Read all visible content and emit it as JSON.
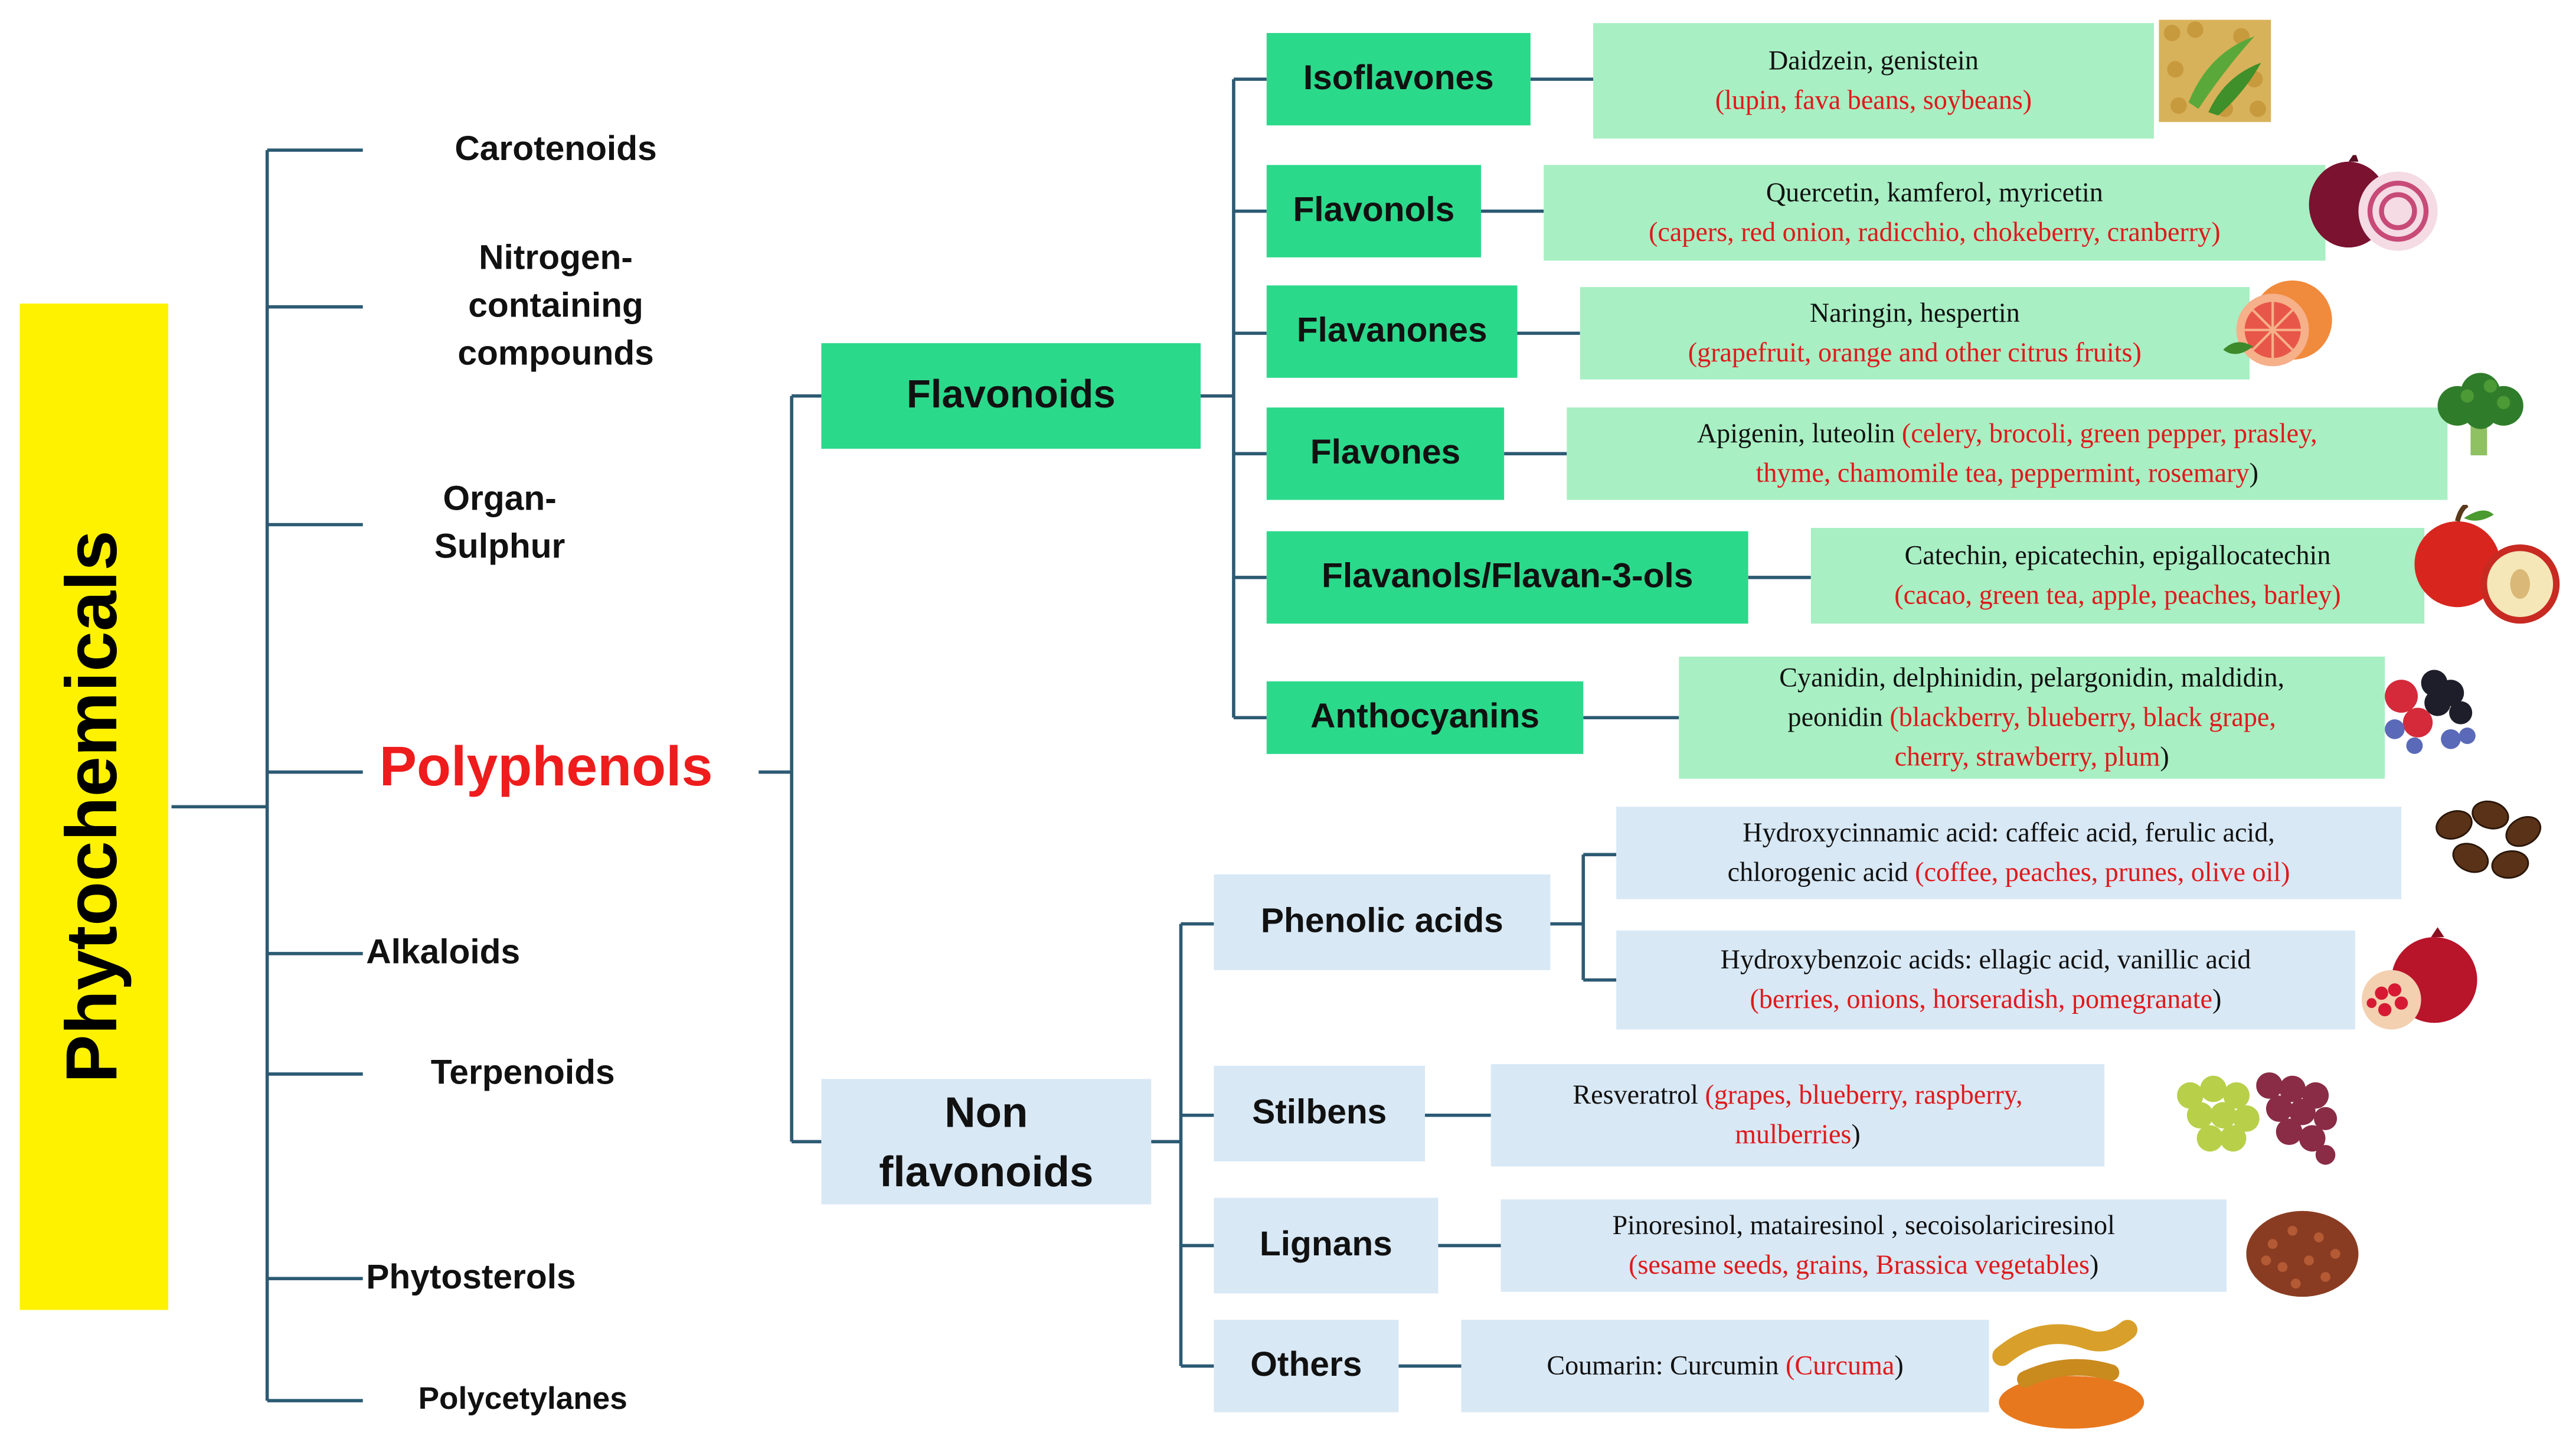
{
  "root_label": "Phytochemicals",
  "classes": [
    {
      "label": "Carotenoids"
    },
    {
      "label": "Nitrogen-\ncontaining\ncompounds"
    },
    {
      "label": "Organ-\nSulphur"
    },
    {
      "label": "Alkaloids"
    },
    {
      "label": "Terpenoids"
    },
    {
      "label": "Phytosterols"
    },
    {
      "label": "Polycetylanes"
    }
  ],
  "polyphenols_label": "Polyphenols",
  "flavonoids": {
    "label": "Flavonoids",
    "subclasses": [
      {
        "label": "Isoflavones",
        "compounds": "Daidzein, genistein",
        "sources": "(lupin, fava beans, soybeans)",
        "image": "soybean-pods-image"
      },
      {
        "label": "Flavonols",
        "compounds": "Quercetin, kamferol, myricetin",
        "sources": "(capers, red onion, radicchio, chokeberry, cranberry)",
        "image": "red-onion-image"
      },
      {
        "label": "Flavanones",
        "compounds": "Naringin, hespertin",
        "sources": "(grapefruit, orange and other citrus fruits)",
        "image": "grapefruit-image"
      },
      {
        "label": "Flavones",
        "compounds": "Apigenin, luteolin",
        "sources_line1": "(celery, brocoli, green pepper, prasley,",
        "sources_line2": "thyme, chamomile tea, peppermint, rosemary",
        "close_paren": ")",
        "image": "broccoli-image"
      },
      {
        "label": "Flavanols/Flavan-3-ols",
        "compounds": "Catechin, epicatechin, epigallocatechin",
        "sources": "(cacao, green tea, apple, peaches, barley)",
        "image": "apple-image"
      },
      {
        "label": "Anthocyanins",
        "compounds_line1": "Cyanidin, delphinidin, pelargonidin, maldidin,",
        "compounds_line2": "peonidin",
        "sources_line2": "(blackberry, blueberry, black grape,",
        "sources_line3": "cherry, strawberry, plum",
        "close_paren": ")",
        "image": "mixed-berries-image"
      }
    ]
  },
  "non_flavonoids": {
    "label_line1": "Non",
    "label_line2": "flavonoids",
    "subclasses": [
      {
        "label": "Phenolic acids",
        "items": [
          {
            "compounds_line1": "Hydroxycinnamic acid: caffeic acid, ferulic acid,",
            "compounds_line2": "chlorogenic acid",
            "sources": "(coffee, peaches, prunes, olive oil)",
            "image": "coffee-beans-image"
          },
          {
            "compounds_line1": "Hydroxybenzoic acids: ellagic acid, vanillic acid",
            "sources": "(berries, onions, horseradish,  pomegranate",
            "close_paren": ")",
            "image": "pomegranate-image"
          }
        ]
      },
      {
        "label": "Stilbens",
        "compounds": "Resveratrol",
        "sources_line1": "(grapes, blueberry, raspberry,",
        "sources_line2": "mulberries",
        "close_paren": ")",
        "image": "grapes-image"
      },
      {
        "label": "Lignans",
        "compounds": "Pinoresinol,  matairesinol , secoisolariciresinol",
        "sources": "(sesame seeds, grains, Brassica vegetables",
        "close_paren": ")",
        "image": "seeds-image"
      },
      {
        "label": "Others",
        "compounds": "Coumarin: Curcumin",
        "sources": "(Curcuma",
        "close_paren": ")",
        "image": "turmeric-image"
      }
    ]
  },
  "colors": {
    "root_fill": "#fff200",
    "flavonoid_fill": "#2bd98b",
    "flavonoid_info_fill": "#a8efc3",
    "nonflavonoid_fill": "#d8e8f5",
    "connector": "#2c5a73",
    "highlight_red": "#e0191b"
  }
}
